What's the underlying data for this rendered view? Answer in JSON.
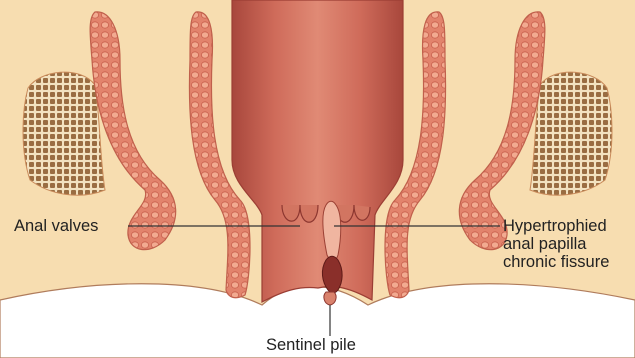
{
  "labels": {
    "anal_valves": "Anal valves",
    "right_lines": [
      "Hypertrophied",
      "anal papilla",
      "chronic fissure"
    ],
    "sentinel_pile": "Sentinel pile"
  },
  "colors": {
    "background_tissue": "#f7ddb0",
    "muscle": "#e0806a",
    "muscle_cells": "#f0a58a",
    "canal": "#c25a4c",
    "canal_dark": "#8a2f2a",
    "fat": "#a47a4e",
    "leader_line": "#333333"
  }
}
